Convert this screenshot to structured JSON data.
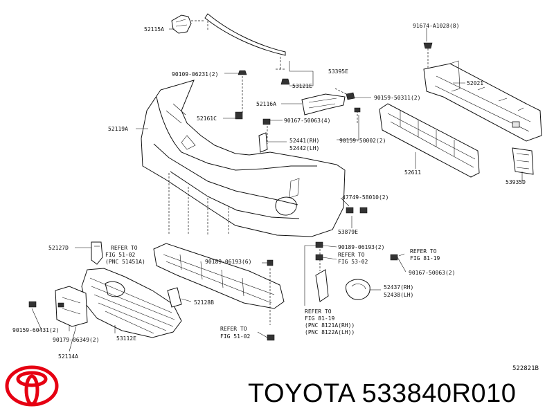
{
  "diagram": {
    "callouts": [
      {
        "id": "c1",
        "text": "52115A"
      },
      {
        "id": "c2",
        "text": "91674-A1028(8)"
      },
      {
        "id": "c3",
        "text": "53395E"
      },
      {
        "id": "c4",
        "text": "90109-06231(2)"
      },
      {
        "id": "c5",
        "text": "53121E"
      },
      {
        "id": "c6",
        "text": "52021"
      },
      {
        "id": "c7",
        "text": "52116A"
      },
      {
        "id": "c8",
        "text": "90159-50311(2)"
      },
      {
        "id": "c9",
        "text": "52161C"
      },
      {
        "id": "c10",
        "text": "90167-50063(4)"
      },
      {
        "id": "c11",
        "text": "52119A"
      },
      {
        "id": "c12",
        "text": "52441(RH)"
      },
      {
        "id": "c13",
        "text": "52442(LH)"
      },
      {
        "id": "c14",
        "text": "90159-50002(2)"
      },
      {
        "id": "c15",
        "text": "52611"
      },
      {
        "id": "c16",
        "text": "53935D"
      },
      {
        "id": "c17",
        "text": "47749-58010(2)"
      },
      {
        "id": "c18",
        "text": "53879E"
      },
      {
        "id": "c19",
        "text": "52127D"
      },
      {
        "id": "c20a",
        "text": "REFER TO"
      },
      {
        "id": "c20b",
        "text": "FIG 51-02"
      },
      {
        "id": "c20c",
        "text": "(PNC 51451A)"
      },
      {
        "id": "c21",
        "text": "90189-06193(2)"
      },
      {
        "id": "c22a",
        "text": "REFER TO"
      },
      {
        "id": "c22b",
        "text": "FIG 81-19"
      },
      {
        "id": "c23a",
        "text": "REFER TO"
      },
      {
        "id": "c23b",
        "text": "FIG 53-02"
      },
      {
        "id": "c24",
        "text": "90189-06193(6)"
      },
      {
        "id": "c25",
        "text": "90167-50063(2)"
      },
      {
        "id": "c26",
        "text": "52437(RH)"
      },
      {
        "id": "c27",
        "text": "52438(LH)"
      },
      {
        "id": "c28",
        "text": "52128B"
      },
      {
        "id": "c29a",
        "text": "REFER TO"
      },
      {
        "id": "c29b",
        "text": "FIG 81-19"
      },
      {
        "id": "c29c",
        "text": "(PNC 8121A(RH))"
      },
      {
        "id": "c29d",
        "text": "(PNC 8122A(LH))"
      },
      {
        "id": "c30",
        "text": "90159-60431(2)"
      },
      {
        "id": "c31",
        "text": "53112E"
      },
      {
        "id": "c32",
        "text": "90179-06349(2)"
      },
      {
        "id": "c33a",
        "text": "REFER TO"
      },
      {
        "id": "c33b",
        "text": "FIG 51-02"
      },
      {
        "id": "c34",
        "text": "52114A"
      }
    ],
    "figure_code": "522821B"
  },
  "brand": {
    "logo_icon": "toyota-logo-icon",
    "logo_color": "#e60012",
    "text": "TOYOTA 533840R010"
  }
}
